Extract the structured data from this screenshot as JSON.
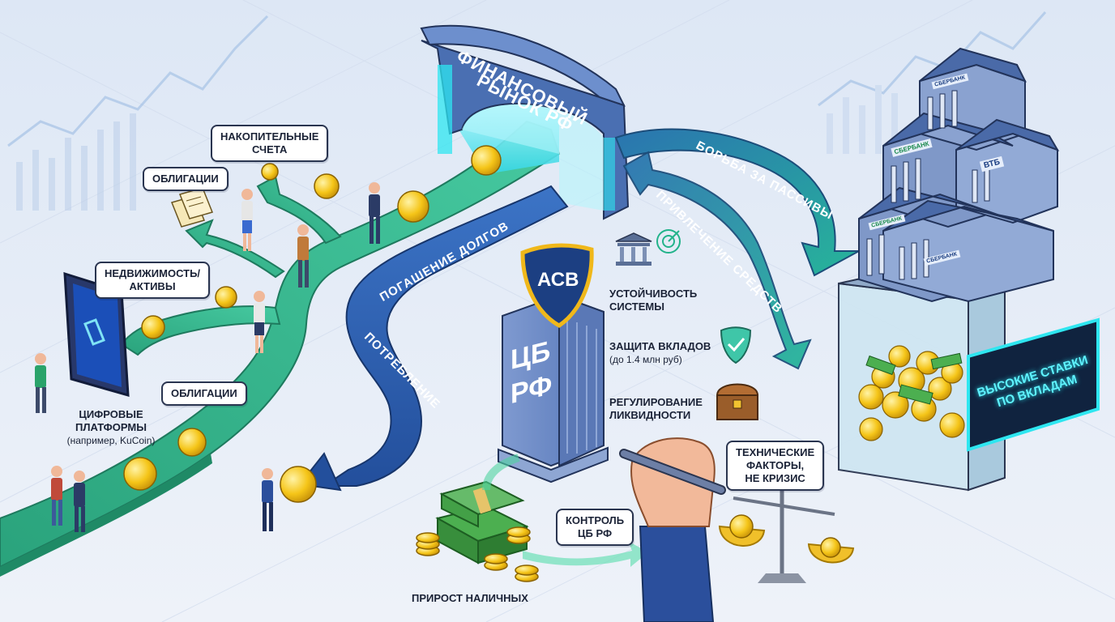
{
  "gate": {
    "title_line1": "ФИНАНСОВЫЙ",
    "title_line2": "РЫНОК РФ"
  },
  "flows": {
    "liabilities": "БОРЬБА ЗА ПАССИВЫ",
    "attraction": "ПРИВЛЕЧЕНИЕ СРЕДСТВ",
    "debt": "ПОГАШЕНИЕ ДОЛГОВ",
    "consumption": "ПОТРЕБЛЕНИЕ"
  },
  "destinations": {
    "savings": {
      "line1": "НАКОПИТЕЛЬНЫЕ",
      "line2": "СЧЕТА"
    },
    "bonds_top": "ОБЛИГАЦИИ",
    "realty": {
      "line1": "НЕДВИЖИМОСТЬ/",
      "line2": "АКТИВЫ"
    },
    "bonds_bottom": "ОБЛИГАЦИИ",
    "digital": {
      "line1": "ЦИФРОВЫЕ",
      "line2": "ПЛАТФОРМЫ",
      "note": "(например, KuCoin)"
    }
  },
  "central_bank": {
    "shield": "АСВ",
    "building_line1": "ЦБ",
    "building_line2": "РФ"
  },
  "features": {
    "stability": {
      "line1": "УСТОЙЧИВОСТЬ",
      "line2": "СИСТЕМЫ"
    },
    "deposits": {
      "line1": "ЗАЩИТА ВКЛАДОВ",
      "note": "(до 1.4 млн руб)"
    },
    "liquidity": {
      "line1": "РЕГУЛИРОВАНИЕ",
      "line2": "ЛИКВИДНОСТИ"
    }
  },
  "technical": {
    "line1": "ТЕХНИЧЕСКИЕ",
    "line2": "ФАКТОРЫ,",
    "line3": "НЕ КРИЗИС"
  },
  "control": {
    "line1": "КОНТРОЛЬ",
    "line2": "ЦБ РФ"
  },
  "cash_growth": "ПРИРОСТ НАЛИЧНЫХ",
  "banks": {
    "sber_top": "СБЕРБАНК",
    "sber_mid": "СБЕРБАНК",
    "vtb": "ВТБ",
    "sber_low": "СБЕРБАНК",
    "sber_front": "СБЕРБАНК"
  },
  "deposit_sign": {
    "line1": "ВЫСОКИЕ СТАВКИ",
    "line2": "ПО ВКЛАДАМ"
  },
  "colors": {
    "road_green": "#35b58a",
    "road_teal": "#2fa3a0",
    "road_blue": "#2f5fb3",
    "gate_blue": "#3d5e9c",
    "coin_gold": "#f5c518",
    "neon": "#2ee6f0",
    "sign_bg": "#10233f",
    "background": "#e9eff8"
  },
  "icons": [
    "bank-icon",
    "radar-icon",
    "shield-check-icon",
    "treasure-chest-icon",
    "scales-icon",
    "fist-icon",
    "cash-stack-icon",
    "tablet-icon",
    "documents-icon",
    "coin-icon"
  ]
}
